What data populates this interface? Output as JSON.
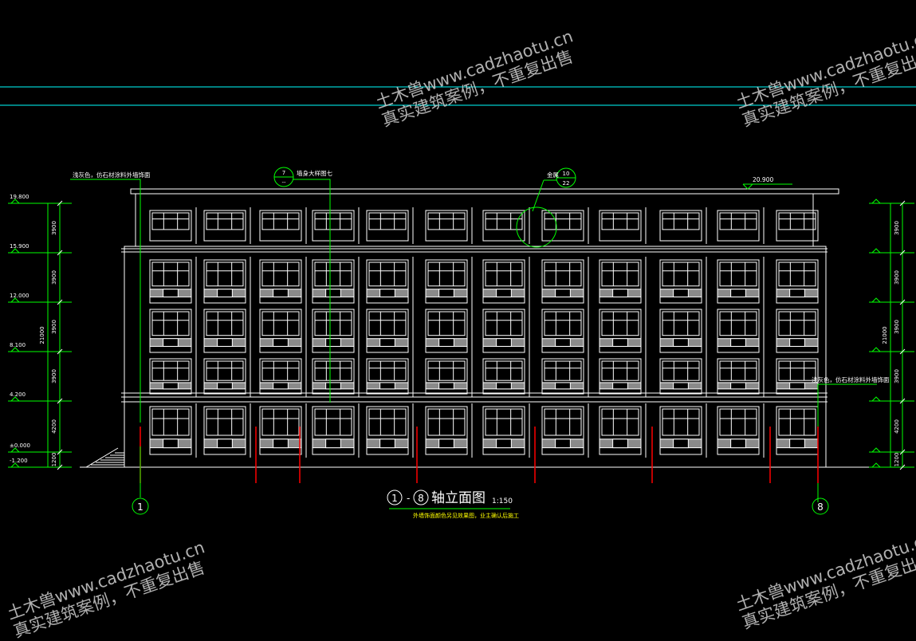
{
  "watermark": {
    "line1": "土木兽www.cadzhaotu.cn",
    "line2": "真实建筑案例，不重复出售"
  },
  "drawing": {
    "title": "轴立面图",
    "axis_start": "1",
    "axis_end": "8",
    "axis_dash": "-",
    "scale": "1:150",
    "note": "外墙饰面颜色另见效果图，业主确认后施工",
    "top_level": "20.900",
    "callout_left_top": "浅灰色，仿石材涂料外墙饰面",
    "callout_right_mid": "浅灰色，仿石材涂料外墙饰面",
    "callout_detail_left": "墙身大样图七",
    "detail_left_num": "7",
    "detail_left_sheet": "--",
    "callout_detail_right": "金属",
    "detail_right_num": "10",
    "detail_right_sheet": "22",
    "colors": {
      "yellow": "#ffff00",
      "green": "#00ff00",
      "cyan": "#00ffff",
      "red": "#ff0000",
      "white": "#ffffff",
      "gray": "#8a8a8a",
      "bg": "#000000"
    }
  },
  "levels": [
    "19.800",
    "15.900",
    "12.000",
    "8.100",
    "4.200",
    "±0.000",
    "-1.200"
  ],
  "left_dims": [
    "3900",
    "3900",
    "3900",
    "3900",
    "4200",
    "1200"
  ],
  "left_total": "21000",
  "right_dims": [
    "3900",
    "3900",
    "3900",
    "3900",
    "4200",
    "1200"
  ],
  "right_total": "21000"
}
